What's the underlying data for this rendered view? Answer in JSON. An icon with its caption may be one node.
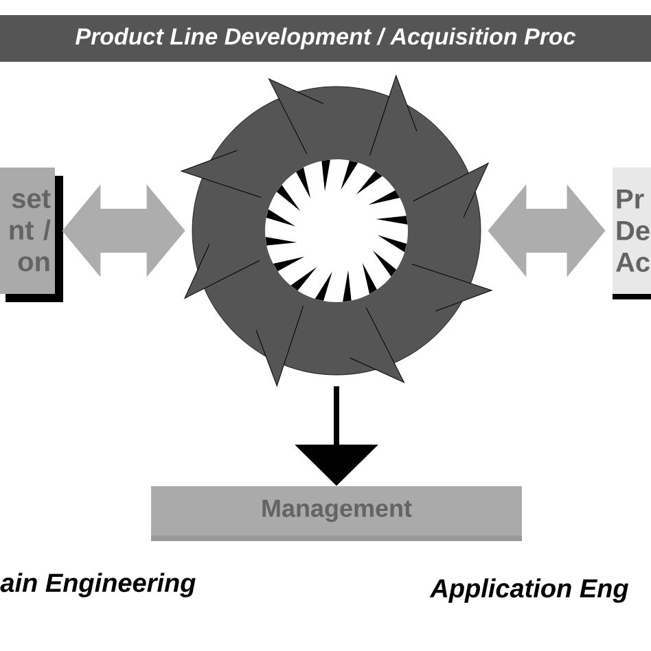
{
  "diagram": {
    "nodes": [
      {
        "text": [
          "Product Line Development / Acquisition Proc"
        ]
      },
      {
        "text": [
          "set nt / on"
        ]
      },
      {
        "text": [],
        "shape": "circle"
      },
      {
        "text": [
          "Pr De Ac"
        ]
      },
      {
        "text": [
          "Management"
        ]
      }
    ],
    "edges": [
      {
        "from": 1,
        "to": 2,
        "arrow": "both"
      },
      {
        "from": 2,
        "to": 3,
        "arrow": "both"
      },
      {
        "from": 2,
        "to": 4,
        "arrow": "to",
        "color": "#000000"
      }
    ],
    "labels": [
      "ain Engineering",
      "Application Eng"
    ]
  }
}
